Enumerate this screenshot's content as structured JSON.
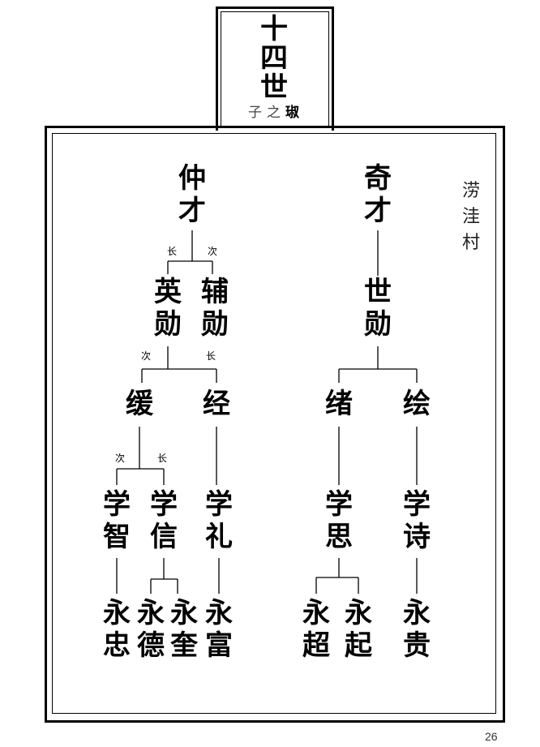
{
  "header": {
    "generation": "十四世",
    "subtitle": "子之",
    "subtitle_name": "琡"
  },
  "village": "涝洼村",
  "page_number": "26",
  "tree": {
    "gen1": [
      "仲才",
      "奇才"
    ],
    "gen2": [
      "英勋",
      "辅勋",
      "世勋"
    ],
    "gen3": [
      "缓",
      "经",
      "绪",
      "绘"
    ],
    "gen4": [
      "学智",
      "学信",
      "学礼",
      "学思",
      "学诗"
    ],
    "gen5": [
      "永忠",
      "永德",
      "永奎",
      "永富",
      "永超",
      "永起",
      "永贵"
    ],
    "order_labels": {
      "eldest": "长",
      "second": "次"
    }
  }
}
